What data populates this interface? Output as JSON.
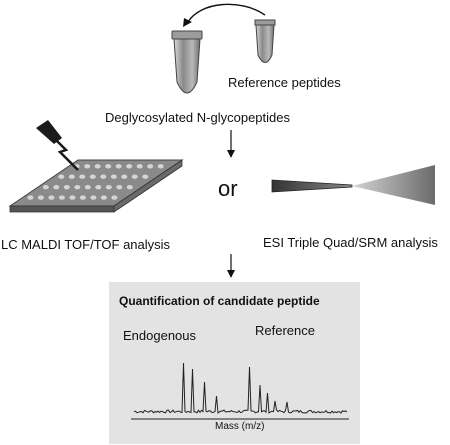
{
  "labels": {
    "reference_peptides": "Reference peptides",
    "deglycosylated": "Deglycosylated N-glycopeptides",
    "or": "or",
    "lc_maldi": "LC MALDI TOF/TOF  analysis",
    "esi": "ESI Triple Quad/SRM analysis"
  },
  "panel": {
    "title": "Quantification of candidate peptide",
    "endogenous": "Endogenous",
    "reference": "Reference",
    "xaxis": "Mass (m/z)"
  },
  "colors": {
    "tube_fill": "#9a9a9a",
    "panel_bg": "#e3e3e3",
    "plate": "#6e6e6e",
    "spectrum": "#222222"
  },
  "icons": [
    "large-tube-icon",
    "small-tube-icon",
    "curved-arrow-icon",
    "maldi-plate-icon",
    "laser-icon",
    "esi-needle-icon",
    "down-arrow-icon"
  ]
}
